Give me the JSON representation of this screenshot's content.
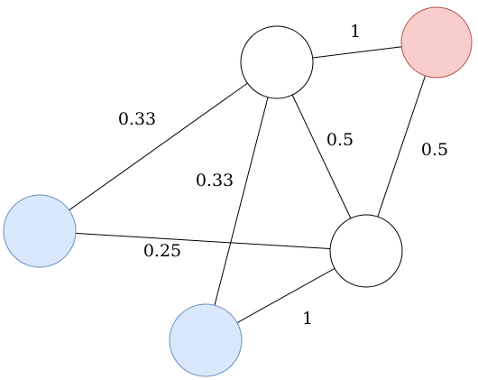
{
  "colors": {
    "background": "#ffffff",
    "edge": "#000000",
    "node_default_fill": "#ffffff",
    "node_default_stroke": "#000000",
    "node_blue_fill": "#dae8fc",
    "node_blue_stroke": "#6c8ebf",
    "node_red_fill": "#f8cecc",
    "node_red_stroke": "#b85450"
  },
  "graph": {
    "nodes": [
      {
        "id": "top",
        "style": "default"
      },
      {
        "id": "red",
        "style": "red"
      },
      {
        "id": "left",
        "style": "blue"
      },
      {
        "id": "right",
        "style": "default"
      },
      {
        "id": "bottom",
        "style": "blue"
      }
    ],
    "edges": [
      {
        "id": "top-red",
        "from": "top",
        "to": "red",
        "weight": "1"
      },
      {
        "id": "top-left",
        "from": "top",
        "to": "left",
        "weight": "0.33"
      },
      {
        "id": "top-bottom",
        "from": "top",
        "to": "bottom",
        "weight": "0.33"
      },
      {
        "id": "top-right",
        "from": "top",
        "to": "right",
        "weight": "0.5"
      },
      {
        "id": "red-right",
        "from": "red",
        "to": "right",
        "weight": "0.5"
      },
      {
        "id": "left-right",
        "from": "left",
        "to": "right",
        "weight": "0.25"
      },
      {
        "id": "bottom-right",
        "from": "bottom",
        "to": "right",
        "weight": "1"
      }
    ]
  }
}
